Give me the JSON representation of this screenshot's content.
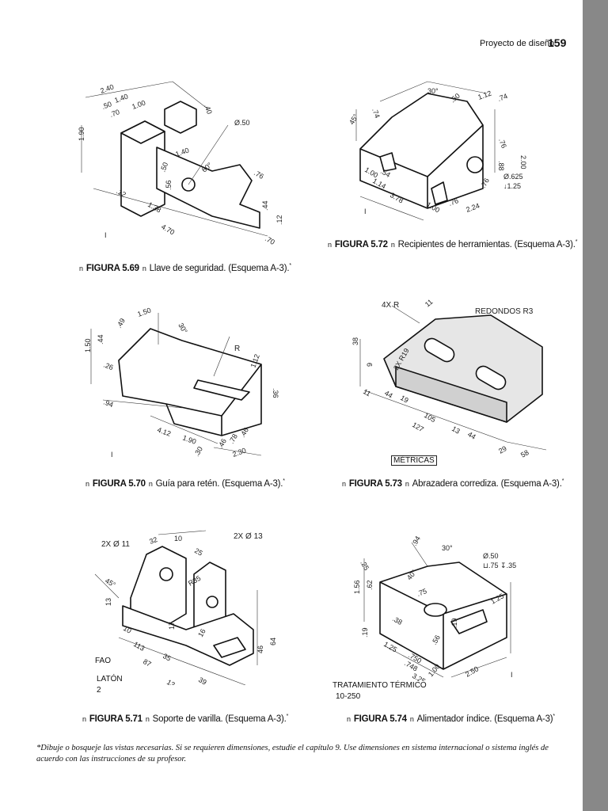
{
  "header": {
    "title": "Proyecto de diseño",
    "page_number": "159"
  },
  "captions": [
    {
      "number": "FIGURA 5.69",
      "text": "Llave de seguridad. (Esquema A-3).",
      "mark": "*"
    },
    {
      "number": "FIGURA 5.72",
      "text": "Recipientes de herramientas. (Esquema A-3).",
      "mark": "*"
    },
    {
      "number": "FIGURA 5.70",
      "text": "Guía para retén. (Esquema A-3).",
      "mark": "*"
    },
    {
      "number": "FIGURA 5.73",
      "text": "Abrazadera corrediza. (Esquema A-3).",
      "mark": "*"
    },
    {
      "number": "FIGURA 5.71",
      "text": "Soporte de varilla. (Esquema A-3).",
      "mark": "*"
    },
    {
      "number": "FIGURA 5.74",
      "text": "Alimentador índice. (Esquema A-3)",
      "mark": "*"
    }
  ],
  "bullet": "n",
  "fig569": {
    "dims": [
      "2.40",
      ".50",
      "1.40",
      ".70",
      "1.00",
      ".40",
      "1.90",
      "Ø.50",
      "1.40",
      ".50",
      "60°",
      ".56",
      ".76",
      ".12",
      "1.38",
      ".44",
      ".12",
      "4.70",
      ".70",
      "I"
    ]
  },
  "fig572": {
    "dims": [
      "30°",
      ".74",
      "1.12",
      ".74",
      "45°",
      ".50",
      ".76",
      "2.00",
      ".88",
      "1.00",
      ".54",
      "1.14",
      "3.78",
      "1.00",
      ".76",
      "2.24",
      ".76",
      "Ø.625",
      "↓1.25",
      "I"
    ]
  },
  "fig570": {
    "dims": [
      ".49",
      "1.50",
      "30°",
      "1.50",
      ".44",
      ".26",
      "R",
      ".94",
      "1.12",
      ".36",
      "4.12",
      "1.90",
      ".46",
      ".78",
      ".46",
      ".30",
      "2.30",
      "I"
    ]
  },
  "fig573": {
    "dims": [
      "4X R",
      "REDONDOS R3",
      "38",
      "9",
      "11",
      "44",
      "19",
      "105",
      "127",
      "13",
      "44",
      "29",
      "58",
      "11",
      "2X R19"
    ],
    "box_label": "MÉTRICAS"
  },
  "fig571": {
    "dims": [
      "2X Ø 11",
      "32",
      "10",
      "25",
      "2X Ø 13",
      "45°",
      "R35",
      "13",
      "10",
      "113",
      "35",
      "17",
      "16",
      "46",
      "64",
      "87",
      "13",
      "39"
    ],
    "notes": [
      "FAO",
      "LATÓN",
      "2"
    ]
  },
  "fig574": {
    "dims": [
      ".94",
      ".25",
      "30°",
      "Ø.50",
      "⊔.75 ↧.35",
      "1.56",
      ".62",
      "40°",
      ".75",
      "1.25",
      ".19",
      ".38",
      ".19",
      "1.25",
      ".750",
      ".748",
      "3.25",
      "1.00",
      "2.50",
      ".56",
      "I"
    ],
    "notes": [
      "TRATAMIENTO TÉRMICO",
      "10-250"
    ]
  },
  "footnote": "*Dibuje o bosqueje las vistas necesarias. Si se requieren dimensiones, estudie el capítulo 9. Use dimensiones en sistema internacional o sistema inglés de acuerdo con las instrucciones de su profesor."
}
